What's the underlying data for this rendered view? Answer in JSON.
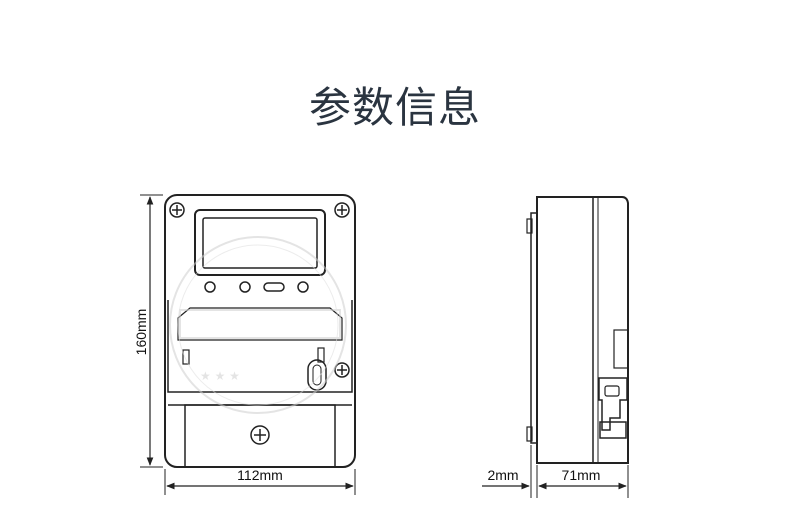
{
  "title": "参数信息",
  "dimensions": {
    "height": "160mm",
    "width": "112mm",
    "offset": "2mm",
    "depth": "71mm"
  },
  "colors": {
    "title": "#2a3440",
    "line": "#222222",
    "watermark": "#cfcfcf"
  }
}
